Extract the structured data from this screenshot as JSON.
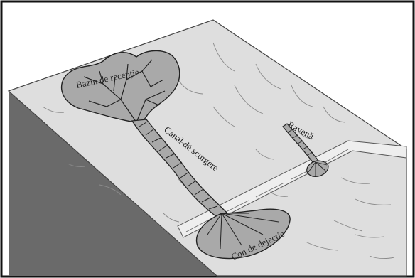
{
  "diagram": {
    "labels": {
      "receptie": "Bazin de recepție",
      "canal": "Canal de scurgere",
      "ravena": "Ravenă",
      "con": "Con de dejecție"
    },
    "colors": {
      "slope_fill": "#dedede",
      "side_shadow": "#6a6a6a",
      "feature_fill": "#a9a9a9",
      "line": "#333333"
    }
  }
}
